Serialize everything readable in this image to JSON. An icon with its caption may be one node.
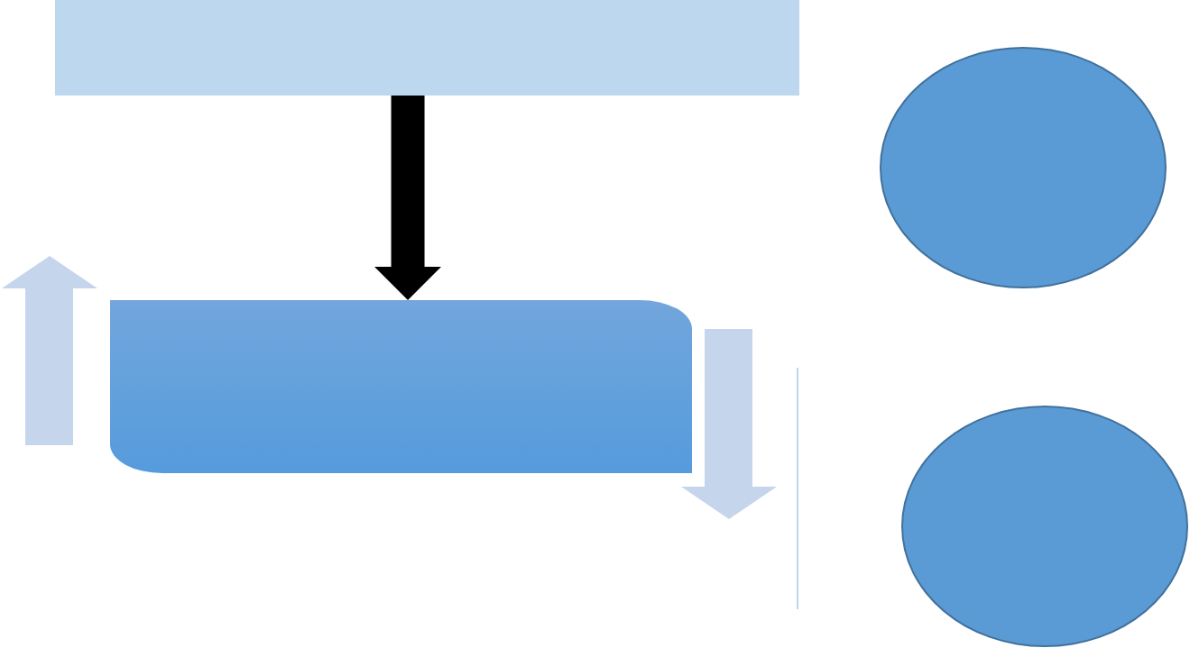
{
  "diagram": {
    "nodes": [
      {
        "text": [],
        "shape": "bar"
      },
      {
        "text": [],
        "shape": "box"
      },
      {
        "text": [],
        "shape": "circle"
      },
      {
        "text": [],
        "shape": "circle"
      }
    ],
    "edges": [
      {
        "from": 0,
        "to": 1,
        "arrow": "to"
      }
    ]
  }
}
